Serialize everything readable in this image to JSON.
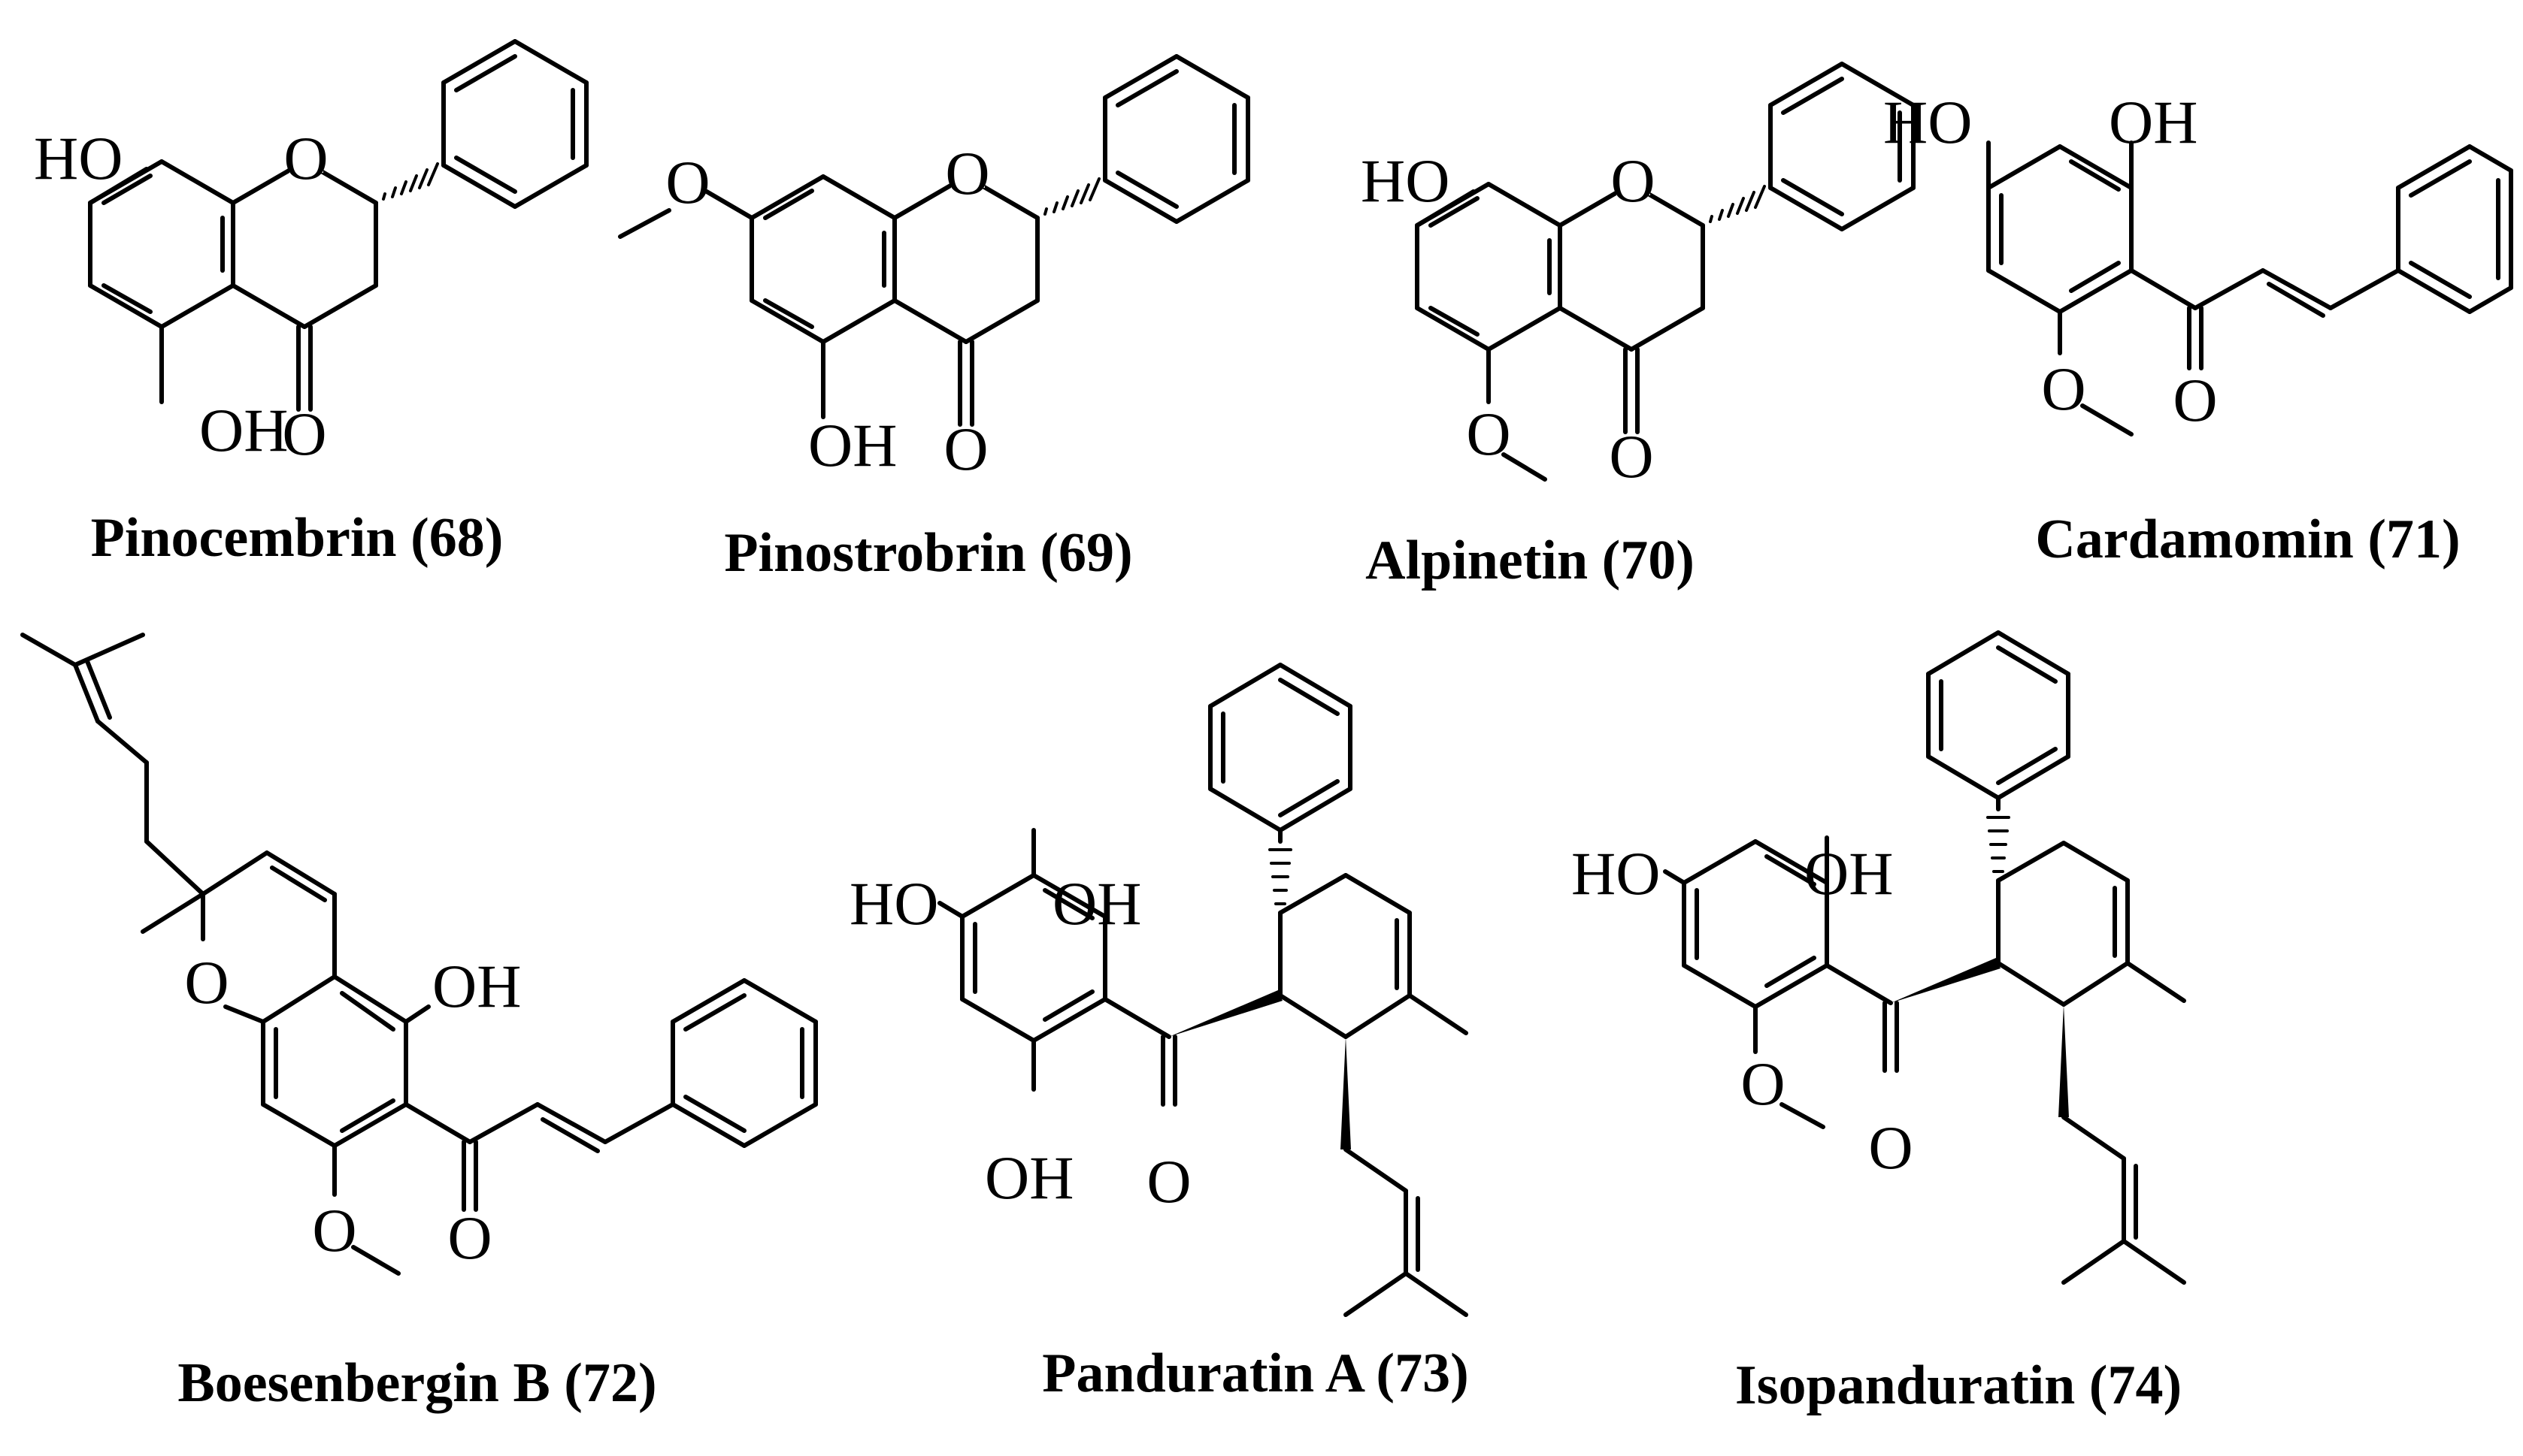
{
  "compounds": [
    {
      "id": "pinocembrin",
      "name": "Pinocembrin (68)",
      "labels": {
        "ho": "HO",
        "o_ring": "O",
        "oh": "OH",
        "o_ketone": "O"
      }
    },
    {
      "id": "pinostrobrin",
      "name": "Pinostrobrin (69)",
      "labels": {
        "o_methoxy": "O",
        "o_ring": "O",
        "oh": "OH",
        "o_ketone": "O"
      }
    },
    {
      "id": "alpinetin",
      "name": "Alpinetin (70)",
      "labels": {
        "ho": "HO",
        "o_ring": "O",
        "o_methoxy": "O",
        "o_ketone": "O"
      }
    },
    {
      "id": "cardamomin",
      "name": "Cardamomin (71)",
      "labels": {
        "ho": "HO",
        "oh": "OH",
        "o_methoxy": "O",
        "o_ketone": "O"
      }
    },
    {
      "id": "boesenbergin_b",
      "name": "Boesenbergin B (72)",
      "labels": {
        "o_ring": "O",
        "oh": "OH",
        "o_methoxy": "O",
        "o_ketone": "O"
      }
    },
    {
      "id": "panduratin_a",
      "name": "Panduratin A (73)",
      "labels": {
        "ho": "HO",
        "oh_top": "OH",
        "oh_bottom": "OH",
        "o_ketone": "O"
      }
    },
    {
      "id": "isopanduratin",
      "name": "Isopanduratin (74)",
      "labels": {
        "ho": "HO",
        "oh": "OH",
        "o_methoxy": "O",
        "o_ketone": "O"
      }
    }
  ]
}
